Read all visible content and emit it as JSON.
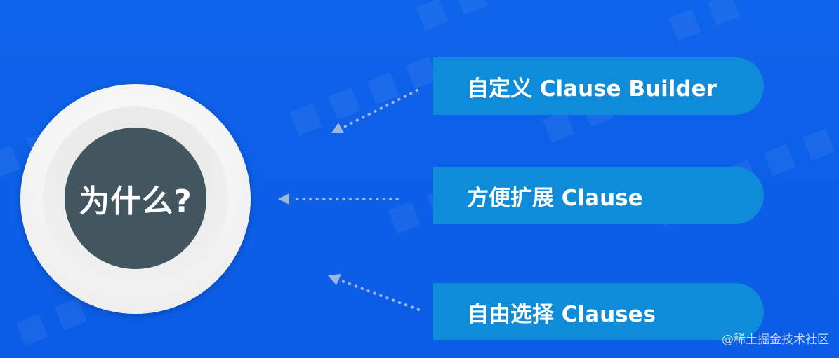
{
  "diagram": {
    "center_label": "为什么?",
    "items": [
      {
        "label": "自定义 Clause Builder"
      },
      {
        "label": "方便扩展 Clause"
      },
      {
        "label": "自由选择 Clauses"
      }
    ],
    "credit": "@稀土掘金技术社区"
  },
  "colors": {
    "background": "#0d60e8",
    "pill": "#0f8cd9",
    "core": "#425660",
    "ring": "#f2f2f2",
    "arrow": "#9fb7d8"
  },
  "icons": {
    "arrow": "dotted-arrow-icon"
  }
}
